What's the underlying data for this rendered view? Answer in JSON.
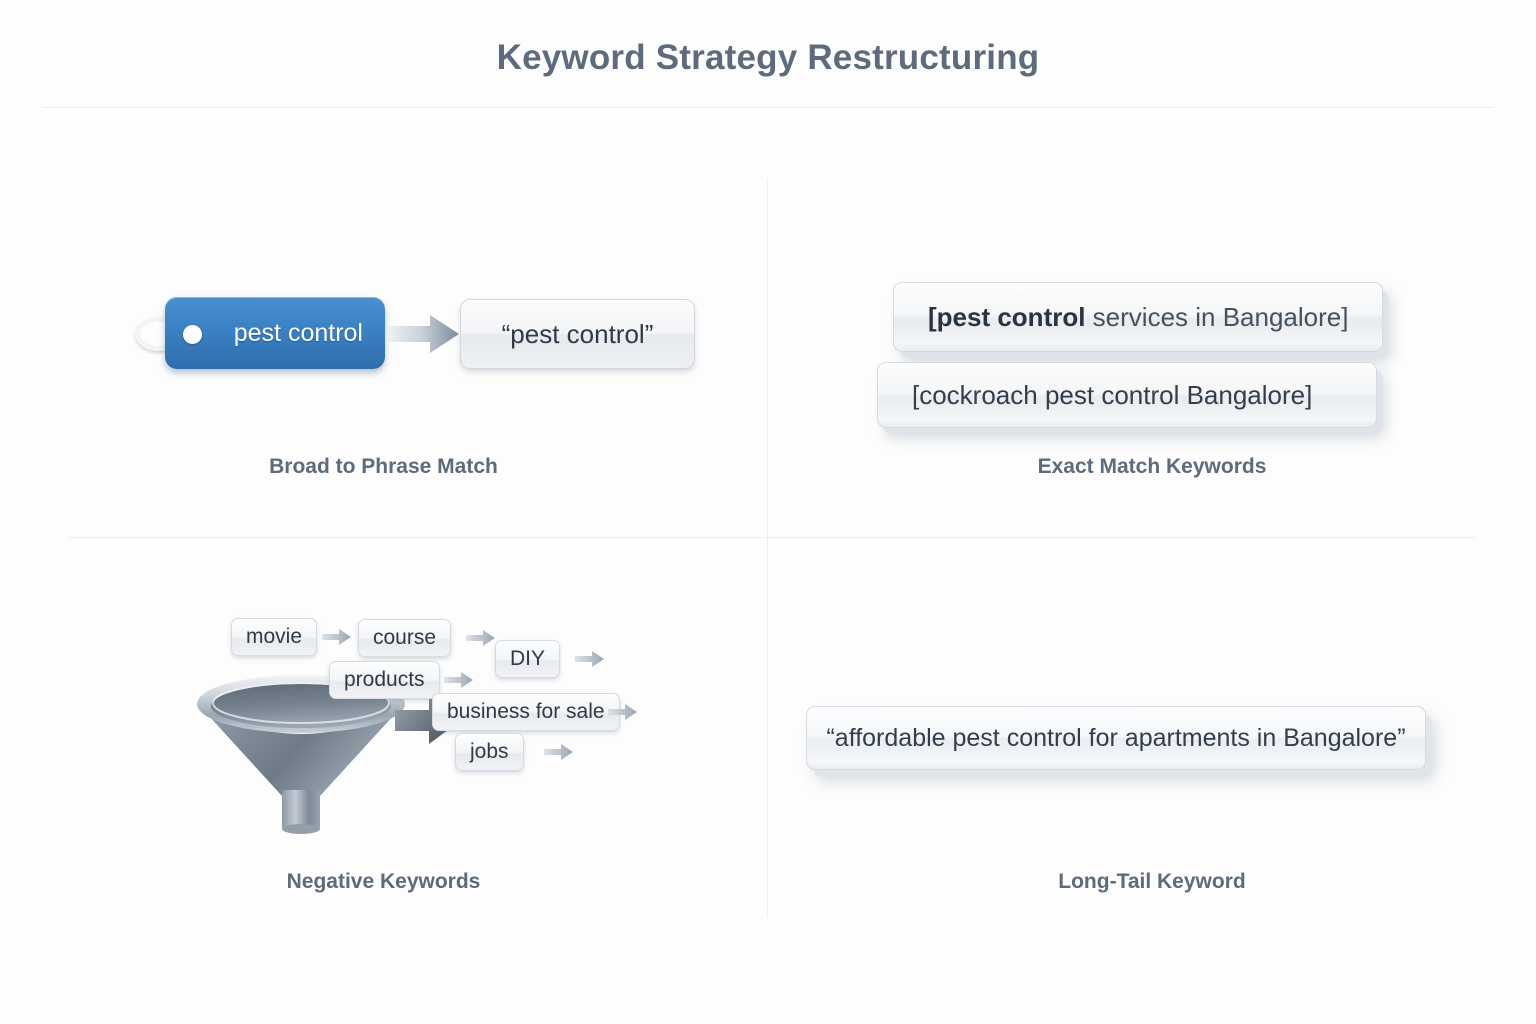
{
  "header": {
    "title": "Keyword Strategy Restructuring"
  },
  "quadrants": {
    "broad_to_phrase": {
      "caption": "Broad to Phrase Match",
      "tag_label": "pest control",
      "phrase_label": "“pest control”",
      "arrow_icon": "arrow-right-icon"
    },
    "exact_match": {
      "caption": "Exact Match Keywords",
      "bars": [
        {
          "emphasis": "[pest control",
          "rest": " services in Bangalore]",
          "full_text": "[pest control services in Bangalore]"
        },
        {
          "emphasis": "",
          "rest": "[cockroach pest control Bangalore]",
          "full_text": "[cockroach pest control Bangalore]"
        }
      ]
    },
    "negative_keywords": {
      "caption": "Negative Keywords",
      "funnel_icon": "funnel-icon",
      "chips": [
        {
          "label": "movie",
          "arrow_icon": "arrow-right-small-icon"
        },
        {
          "label": "course",
          "arrow_icon": "arrow-right-small-icon"
        },
        {
          "label": "DIY",
          "arrow_icon": "arrow-right-small-icon"
        },
        {
          "label": "products",
          "arrow_icon": "arrow-right-small-icon"
        },
        {
          "label": "business for sale",
          "arrow_icon": "arrow-right-small-icon"
        },
        {
          "label": "jobs",
          "arrow_icon": "arrow-right-small-icon"
        }
      ]
    },
    "long_tail": {
      "caption": "Long-Tail Keyword",
      "bar_label": "“affordable pest control for apartments in Bangalore”"
    }
  },
  "colors": {
    "background": "#fdfdfd",
    "title_text": "#5d6b7d",
    "caption_text": "#5d6b7d",
    "tag_blue_light": "#4a90cf",
    "tag_blue_dark": "#2e6dab",
    "box_text": "#2f3a47",
    "divider": "#ebedf0",
    "funnel_metal_light": "#dfe4ea",
    "funnel_metal_dark": "#6d7986"
  }
}
